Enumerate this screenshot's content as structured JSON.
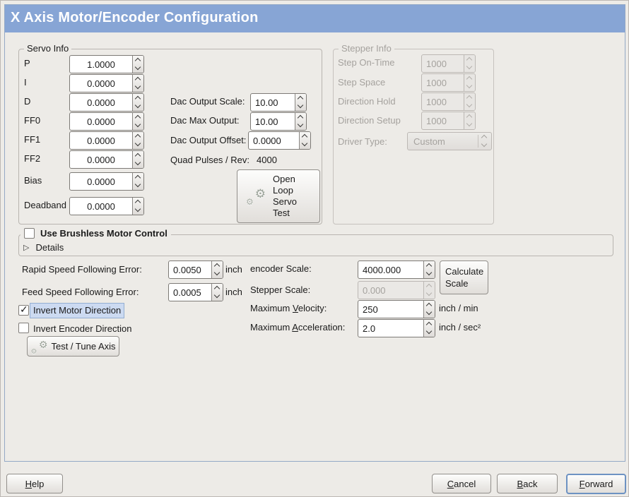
{
  "title": "X Axis Motor/Encoder Configuration",
  "servo": {
    "legend": "Servo Info",
    "rows": [
      {
        "label": "P",
        "value": "1.0000"
      },
      {
        "label": "I",
        "value": "0.0000"
      },
      {
        "label": "D",
        "value": "0.0000"
      },
      {
        "label": "FF0",
        "value": "0.0000"
      },
      {
        "label": "FF1",
        "value": "0.0000"
      },
      {
        "label": "FF2",
        "value": "0.0000"
      },
      {
        "label": "Bias",
        "value": "0.0000"
      },
      {
        "label": "Deadband",
        "value": "0.0000"
      }
    ],
    "dac_rows": [
      {
        "label": "Dac Output Scale:",
        "value": "10.00"
      },
      {
        "label": "Dac Max Output:",
        "value": "10.00"
      },
      {
        "label": "Dac Output Offset:",
        "value": "0.0000"
      }
    ],
    "quad_label": "Quad Pulses / Rev:",
    "quad_value": "4000",
    "open_loop_button": "Open\nLoop\nServo\nTest"
  },
  "stepper": {
    "legend": "Stepper Info",
    "rows": [
      {
        "label": "Step On-Time",
        "value": "1000"
      },
      {
        "label": "Step Space",
        "value": "1000"
      },
      {
        "label": "Direction Hold",
        "value": "1000"
      },
      {
        "label": "Direction Setup",
        "value": "1000"
      }
    ],
    "driver_label": "Driver Type:",
    "driver_value": "Custom"
  },
  "brushless": {
    "label": "Use Brushless Motor Control",
    "details": "Details"
  },
  "following": {
    "rapid_label": "Rapid Speed Following Error:",
    "rapid_value": "0.0050",
    "rapid_unit": "inch",
    "feed_label": "Feed Speed Following Error:",
    "feed_value": "0.0005",
    "feed_unit": "inch"
  },
  "scale": {
    "encoder_label": "encoder Scale:",
    "encoder_value": "4000.000",
    "calculate_button": "Calculate\nScale",
    "stepper_label": "Stepper Scale:",
    "stepper_value": "0.000",
    "velocity": {
      "pre": "Maximum ",
      "key": "V",
      "rest": "elocity:"
    },
    "velocity_value": "250",
    "velocity_unit": "inch / min",
    "acceleration": {
      "pre": "Maximum ",
      "key": "A",
      "rest": "cceleration:"
    },
    "acceleration_value": "2.0",
    "acceleration_unit": "inch / sec²"
  },
  "options": {
    "invert_motor": "Invert Motor Direction",
    "invert_encoder": "Invert Encoder Direction",
    "test_tune_button": "Test / Tune Axis"
  },
  "nav": {
    "help": {
      "key": "H",
      "rest": "elp"
    },
    "cancel": {
      "key": "C",
      "rest": "ancel"
    },
    "back": {
      "key": "B",
      "rest": "ack"
    },
    "forward": {
      "key": "F",
      "rest": "orward"
    }
  },
  "icons": {
    "gear": "⚙",
    "expander": "▷",
    "check": "✓"
  },
  "colors": {
    "titlebar": "#87a5d5",
    "highlight": "#ccdaf1",
    "frame_border": "#94a9c6"
  }
}
